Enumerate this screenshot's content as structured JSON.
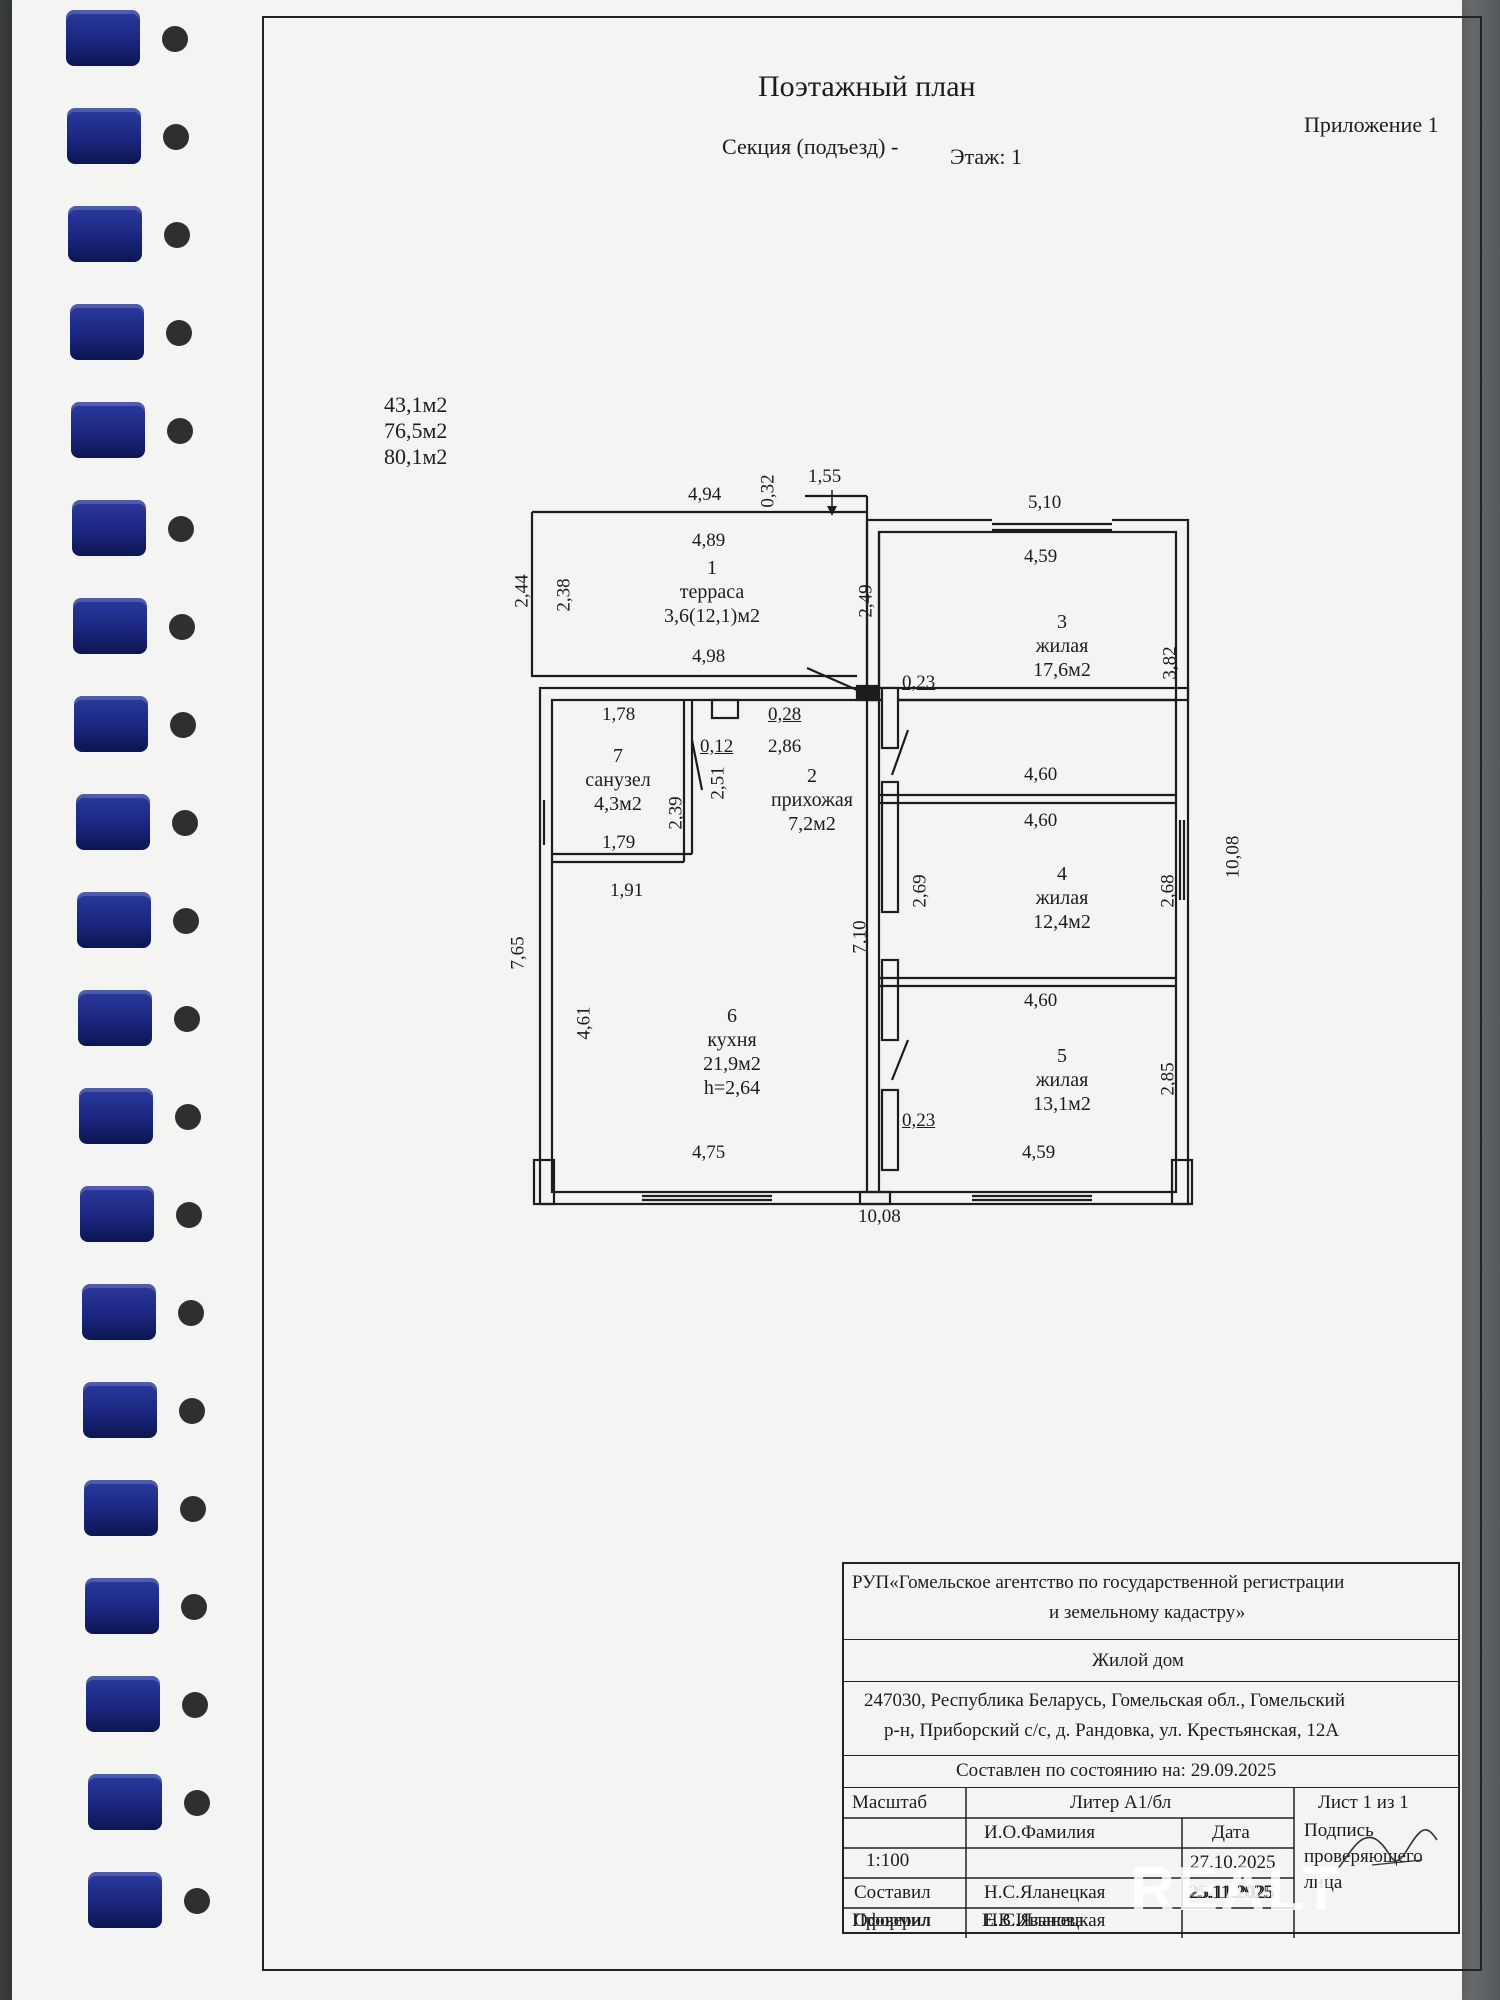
{
  "header": {
    "title": "Поэтажный план",
    "section_floor": "Секция (подъезд) -",
    "floor_label": "Этаж:  1",
    "appendix": "Приложение 1"
  },
  "areas": [
    "43,1м2",
    "76,5м2",
    "80,1м2"
  ],
  "rooms": [
    {
      "num": "1",
      "name": "терраса",
      "area": "3,6(12,1)м2"
    },
    {
      "num": "2",
      "name": "прихожая",
      "area": "7,2м2"
    },
    {
      "num": "3",
      "name": "жилая",
      "area": "17,6м2"
    },
    {
      "num": "4",
      "name": "жилая",
      "area": "12,4м2"
    },
    {
      "num": "5",
      "name": "жилая",
      "area": "13,1м2"
    },
    {
      "num": "6",
      "name": "кухня",
      "area": "21,9м2",
      "height": "h=2,64"
    },
    {
      "num": "7",
      "name": "санузел",
      "area": "4,3м2"
    }
  ],
  "dimensions": {
    "top_494": "4,94",
    "top_032": "0,32",
    "top_155": "1,55",
    "top_510": "5,10",
    "terr_489": "4,89",
    "terr_244": "2,44",
    "terr_238": "2,38",
    "terr_249": "2,49",
    "terr_498": "4,98",
    "r3_459": "4,59",
    "r3_382": "3,82",
    "r3_460": "4,60",
    "w_023a": "0,23",
    "san_178": "1,78",
    "san_012": "0,12",
    "san_028": "0,28",
    "san_286": "2,86",
    "san_251": "2,51",
    "san_239": "2,39",
    "san_179": "1,79",
    "san_191": "1,91",
    "r4_460": "4,60",
    "r4_268": "2,68",
    "r4_269": "2,69",
    "right_1008": "10,08",
    "left_765": "7,65",
    "k_461": "4,61",
    "mid_710": "7,10",
    "r5_460": "4,60",
    "r5_285": "2,85",
    "w_023b": "0,23",
    "bot_475": "4,75",
    "bot_459": "4,59",
    "bot_1008": "10,08"
  },
  "stamp": {
    "org_line1": "РУП«Гомельское агентство по государственной регистрации",
    "org_line2": "и земельному кадастру»",
    "object": "Жилой дом",
    "address_line1": "247030, Республика Беларусь, Гомельская обл., Гомельский",
    "address_line2": "р-н, Приборский с/с, д. Рандовка, ул. Крестьянская, 12А",
    "state_date": "Составлен по состоянию на: 29.09.2025",
    "scale_label": "Масштаб",
    "scale_value": "1:100",
    "liter": "Литер А1/бл",
    "sheet": "Лист 1 из 1",
    "col_name": "И.О.Фамилия",
    "col_date": "Дата",
    "col_sign": "Подпись проверяющего лица",
    "rows": [
      {
        "role": "Составил",
        "name": "Н.С.Яланецкая",
        "date": "27.10.2025"
      },
      {
        "role": "Оформил",
        "name": "Н.С.Яланецкая",
        "date": "25.11.2025"
      },
      {
        "role": "Проверил",
        "name": "Е.В.Иванова",
        "date": "25.11.2025"
      }
    ]
  },
  "watermark": "REALT"
}
